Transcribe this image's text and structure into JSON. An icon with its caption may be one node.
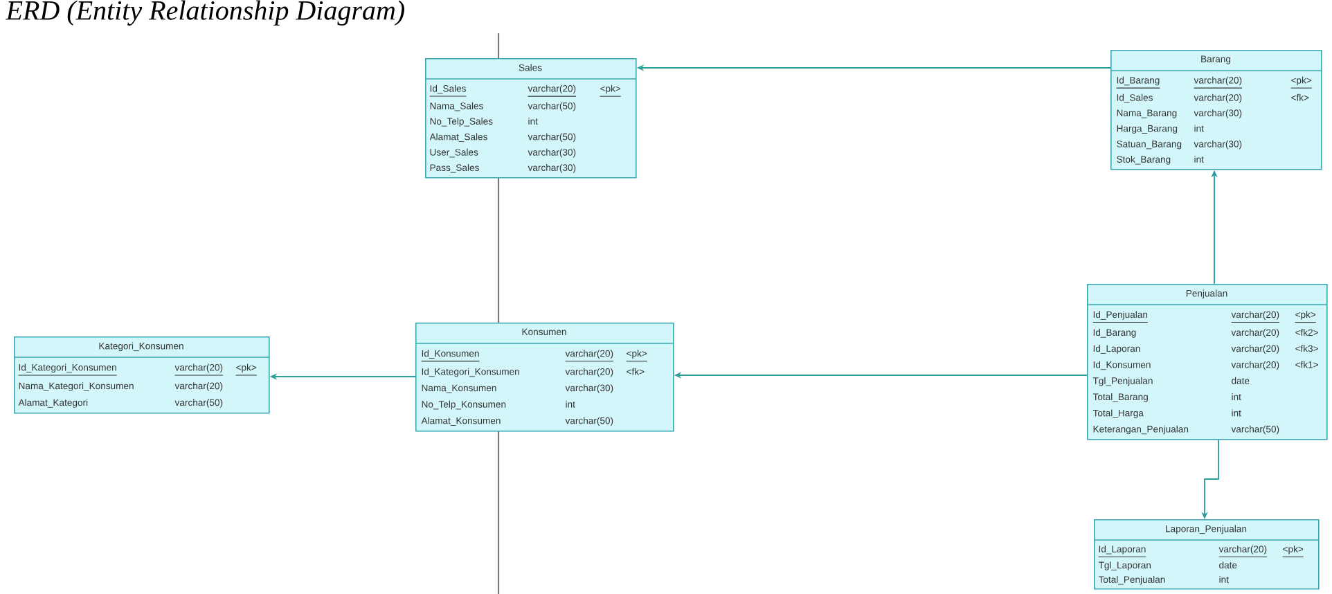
{
  "diagram": {
    "title": "ERD (Entity Relationship Diagram)",
    "nodes": [
      {
        "text": [
          "Sales"
        ]
      },
      {
        "text": [
          "Id_Sales",
          "varchar(20)",
          "<pk>"
        ],
        "in": 0
      },
      {
        "text": [
          "Nama_Sales",
          "varchar(50)"
        ],
        "in": 0
      },
      {
        "text": [
          "No_Telp_Sales",
          "int"
        ],
        "in": 0
      },
      {
        "text": [
          "Alamat_Sales",
          "varchar(50)"
        ],
        "in": 0
      },
      {
        "text": [
          "User_Sales",
          "varchar(30)"
        ],
        "in": 0
      },
      {
        "text": [
          "Pass_Sales",
          "varchar(30)"
        ],
        "in": 0
      },
      {
        "text": [
          "Barang"
        ]
      },
      {
        "text": [
          "Id_Barang",
          "varchar(20)",
          "<pk>"
        ],
        "in": 7
      },
      {
        "text": [
          "Id_Sales",
          "varchar(20)",
          "<fk>"
        ],
        "in": 7
      },
      {
        "text": [
          "Nama_Barang",
          "varchar(30)"
        ],
        "in": 7
      },
      {
        "text": [
          "Harga_Barang",
          "int"
        ],
        "in": 7
      },
      {
        "text": [
          "Satuan_Barang",
          "varchar(30)"
        ],
        "in": 7
      },
      {
        "text": [
          "Stok_Barang",
          "int"
        ],
        "in": 7
      },
      {
        "text": [
          "Kategori_Konsumen"
        ]
      },
      {
        "text": [
          "Id_Kategori_Konsumen",
          "varchar(20)",
          "<pk>"
        ],
        "in": 14
      },
      {
        "text": [
          "Nama_Kategori_Konsumen",
          "varchar(20)"
        ],
        "in": 14
      },
      {
        "text": [
          "Alamat_Kategori",
          "varchar(50)"
        ],
        "in": 14
      },
      {
        "text": [
          "Konsumen"
        ]
      },
      {
        "text": [
          "Id_Konsumen",
          "varchar(20)",
          "<pk>"
        ],
        "in": 18
      },
      {
        "text": [
          "Id_Kategori_Konsumen",
          "varchar(20)",
          "<fk>"
        ],
        "in": 18
      },
      {
        "text": [
          "Nama_Konsumen",
          "varchar(30)"
        ],
        "in": 18
      },
      {
        "text": [
          "No_Telp_Konsumen",
          "int"
        ],
        "in": 18
      },
      {
        "text": [
          "Alamat_Konsumen",
          "varchar(50)"
        ],
        "in": 18
      },
      {
        "text": [
          "Penjualan"
        ]
      },
      {
        "text": [
          "Id_Penjualan",
          "varchar(20)",
          "<pk>"
        ],
        "in": 24
      },
      {
        "text": [
          "Id_Barang",
          "varchar(20)",
          "<fk2>"
        ],
        "in": 24
      },
      {
        "text": [
          "Id_Laporan",
          "varchar(20)",
          "<fk3>"
        ],
        "in": 24
      },
      {
        "text": [
          "Id_Konsumen",
          "varchar(20)",
          "<fk1>"
        ],
        "in": 24
      },
      {
        "text": [
          "Tgl_Penjualan",
          "date"
        ],
        "in": 24
      },
      {
        "text": [
          "Total_Barang",
          "int"
        ],
        "in": 24
      },
      {
        "text": [
          "Total_Harga",
          "int"
        ],
        "in": 24
      },
      {
        "text": [
          "Keterangan_Penjualan",
          "varchar(50)"
        ],
        "in": 24
      },
      {
        "text": [
          "Laporan_Penjualan"
        ]
      },
      {
        "text": [
          "Id_Laporan",
          "varchar(20)",
          "<pk>"
        ],
        "in": 33
      },
      {
        "text": [
          "Tgl_Laporan",
          "date"
        ],
        "in": 33
      },
      {
        "text": [
          "Total_Penjualan",
          "int"
        ],
        "in": 33
      }
    ],
    "edges": [
      {
        "from": 7,
        "to": 0,
        "arrow": "to"
      },
      {
        "from": 18,
        "to": 14,
        "arrow": "to"
      },
      {
        "from": 24,
        "to": 18,
        "arrow": "to"
      },
      {
        "from": 24,
        "to": 7,
        "arrow": "to"
      },
      {
        "from": 24,
        "to": 33,
        "arrow": "to"
      }
    ]
  }
}
